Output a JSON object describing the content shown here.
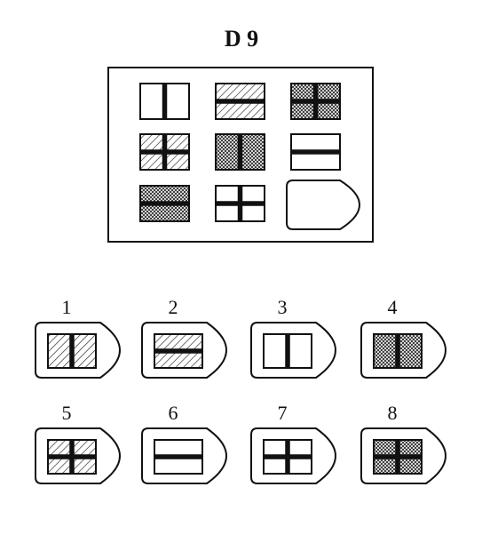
{
  "title": "D 9",
  "matrix": [
    {
      "pattern": "blank",
      "line": "vertical"
    },
    {
      "pattern": "hatch",
      "line": "horizontal"
    },
    {
      "pattern": "crosshatch",
      "line": "cross"
    },
    {
      "pattern": "hatch",
      "line": "cross"
    },
    {
      "pattern": "crosshatch",
      "line": "vertical"
    },
    {
      "pattern": "blank",
      "line": "horizontal"
    },
    {
      "pattern": "crosshatch",
      "line": "horizontal"
    },
    {
      "pattern": "blank",
      "line": "cross"
    },
    {
      "pattern": "missing",
      "line": "none"
    }
  ],
  "options": [
    {
      "label": "1",
      "pattern": "hatch",
      "line": "vertical"
    },
    {
      "label": "2",
      "pattern": "hatch",
      "line": "horizontal"
    },
    {
      "label": "3",
      "pattern": "blank",
      "line": "vertical"
    },
    {
      "label": "4",
      "pattern": "crosshatch",
      "line": "vertical"
    },
    {
      "label": "5",
      "pattern": "hatch",
      "line": "cross"
    },
    {
      "label": "6",
      "pattern": "blank",
      "line": "horizontal"
    },
    {
      "label": "7",
      "pattern": "blank",
      "line": "cross"
    },
    {
      "label": "8",
      "pattern": "crosshatch",
      "line": "cross"
    }
  ]
}
